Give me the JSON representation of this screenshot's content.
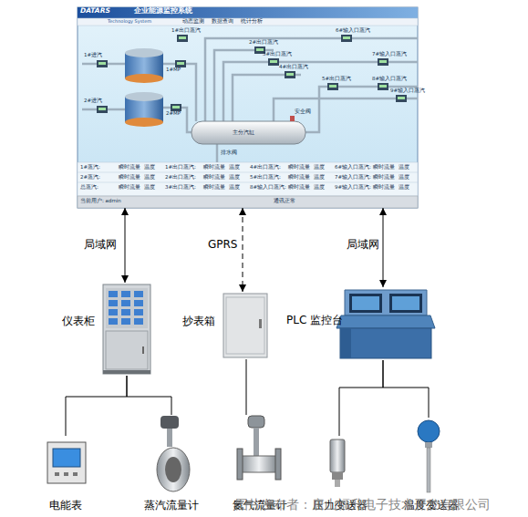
{
  "diagram": {
    "nodes": [
      {
        "text": [
          "企业能源监控系统"
        ]
      },
      {
        "text": [
          "仪表柜"
        ]
      },
      {
        "text": [
          "抄表箱"
        ]
      },
      {
        "text": [
          "PLC 监控台"
        ]
      },
      {
        "text": [
          "电能表"
        ]
      },
      {
        "text": [
          "蒸汽流量计"
        ]
      },
      {
        "text": [
          "氮气流量计"
        ]
      },
      {
        "text": [
          "压力变送器"
        ]
      },
      {
        "text": [
          "温度变送器"
        ]
      }
    ],
    "edges": [
      {
        "from": 0,
        "to": 1,
        "label": "局域网",
        "arrow": "both"
      },
      {
        "from": 0,
        "to": 2,
        "label": "GPRS",
        "arrow": "both"
      },
      {
        "from": 0,
        "to": 3,
        "label": "局域网",
        "arrow": "both"
      },
      {
        "from": 1,
        "to": 4,
        "arrow": "none"
      },
      {
        "from": 1,
        "to": 5,
        "arrow": "none"
      },
      {
        "from": 2,
        "to": 6,
        "arrow": "none"
      },
      {
        "from": 3,
        "to": 7,
        "arrow": "none"
      },
      {
        "from": 3,
        "to": 8,
        "arrow": "none"
      }
    ],
    "labels": [
      "DATARS",
      "Technology System",
      "动态监测",
      "数据查询",
      "统计分析",
      "1#MP",
      "2#MP",
      "1#进汽",
      "2#进汽",
      "1#出口蒸汽",
      "2#出口蒸汽",
      "3#出口蒸汽",
      "4#出口蒸汽",
      "5#出口蒸汽",
      "6#输入口蒸汽",
      "7#输入口蒸汽",
      "8#输入口蒸汽",
      "9#输入口蒸汽",
      "主分汽缸",
      "安全阀",
      "排水阀",
      "1#蒸汽:",
      "瞬时流量",
      "温度",
      "1#出口蒸汽:",
      "瞬时流量",
      "温度",
      "4#出口蒸汽:",
      "瞬时流量",
      "温度",
      "6#输入口蒸汽:",
      "瞬时流量",
      "温度",
      "2#蒸汽:",
      "瞬时流量",
      "温度",
      "2#出口蒸汽:",
      "瞬时流量",
      "温度",
      "5#出口蒸汽:",
      "瞬时流量",
      "温度",
      "7#输入口蒸汽:",
      "瞬时流量",
      "温度",
      "总蒸汽:",
      "瞬时流量",
      "温度",
      "3#出口蒸汽:",
      "瞬时流量",
      "温度",
      "8#输入口蒸汽:",
      "瞬时流量",
      "温度",
      "9#输入口蒸汽:",
      "瞬时流量",
      "温度",
      "当前用户: admin",
      "通讯正常",
      "图片发布者：唐山福升电子技术开发有限公司"
    ]
  }
}
